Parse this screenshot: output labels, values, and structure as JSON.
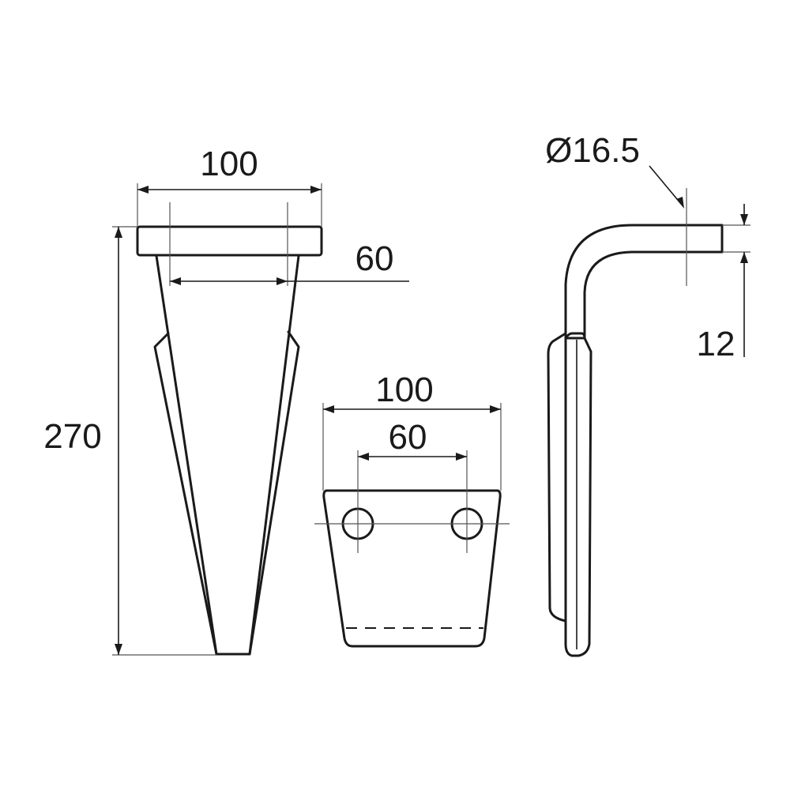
{
  "front_view": {
    "width_label": "100",
    "hole_spacing_label": "60",
    "length_label": "270"
  },
  "plate_view": {
    "width_label": "100",
    "hole_spacing_label": "60"
  },
  "side_view": {
    "hole_diameter_label": "Ø16.5",
    "thickness_label": "12"
  },
  "colors": {
    "line": "#1a1a1a",
    "background": "#ffffff"
  }
}
